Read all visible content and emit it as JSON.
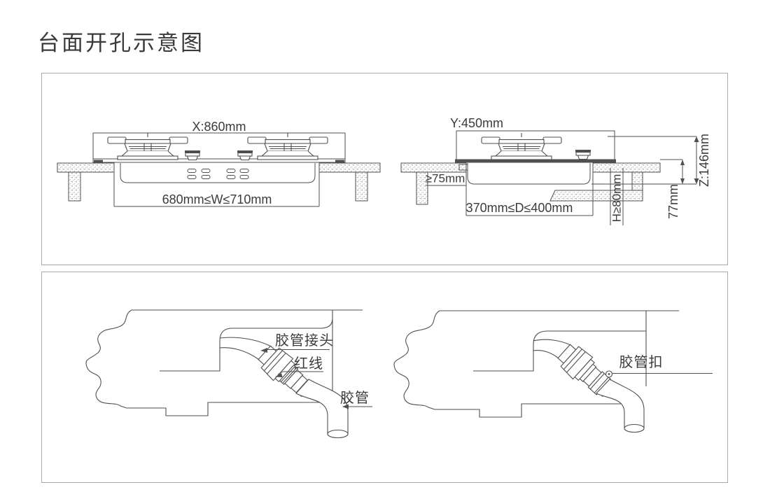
{
  "title": "台面开孔示意图",
  "cutout_diagram": {
    "front_view": {
      "total_width": "X:860mm",
      "cutout_width": "680mm≤W≤710mm"
    },
    "side_view": {
      "total_depth": "Y:450mm",
      "edge_clearance": "≥75mm",
      "cutout_depth": "370mm≤D≤400mm",
      "under_clearance": "H≥80mm",
      "below_counter_depth": "77mm",
      "total_height": "Z:146mm"
    }
  },
  "hose_diagram": {
    "left": {
      "joint": "胶管接头",
      "red_line": "红线",
      "hose": "胶管"
    },
    "right": {
      "clamp": "胶管扣"
    }
  },
  "colors": {
    "line": "#4f4f4f",
    "text": "#3b3b3b",
    "panel_border": "#a9a9a9"
  }
}
